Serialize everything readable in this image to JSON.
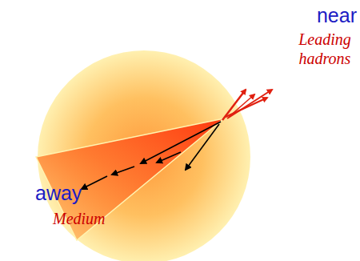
{
  "diagram": {
    "labels": [
      "near",
      "Leading hadrons",
      "away",
      "Medium"
    ]
  }
}
